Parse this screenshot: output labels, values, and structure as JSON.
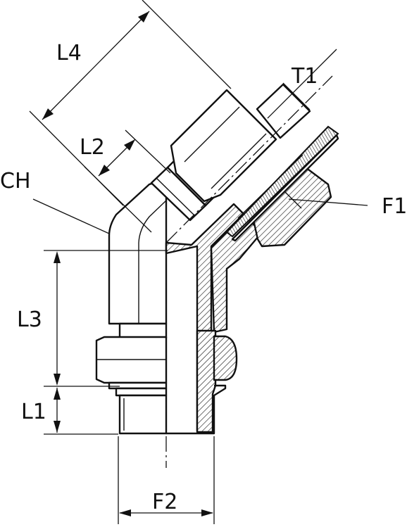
{
  "labels": {
    "l4": "L4",
    "t1": "T1",
    "l2": "L2",
    "ch": "CH",
    "f1": "F1",
    "l3": "L3",
    "l1": "L1",
    "f2": "F2"
  }
}
